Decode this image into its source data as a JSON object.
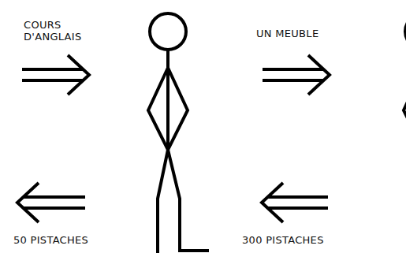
{
  "diagram": {
    "labels": [
      "COURS D'ANGLAIS",
      "UN MEUBLE",
      "50 PISTACHES",
      "300 PISTACHES"
    ]
  }
}
